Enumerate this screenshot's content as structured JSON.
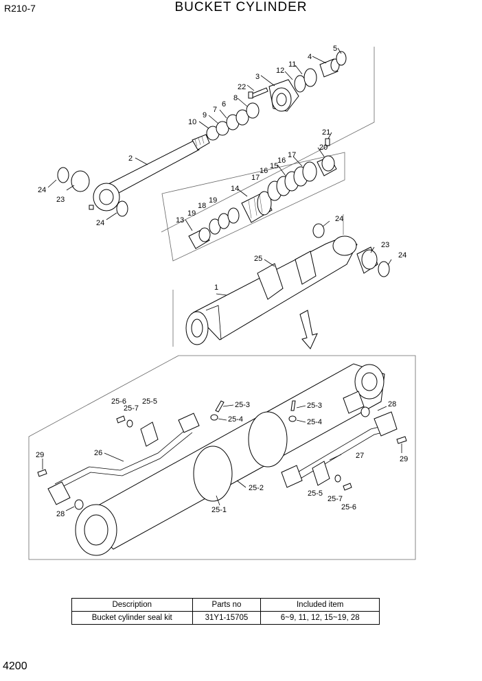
{
  "header": {
    "model": "R210-7",
    "title": "BUCKET CYLINDER"
  },
  "footer": {
    "page_number": "4200"
  },
  "callouts": {
    "c1": "1",
    "c2": "2",
    "c3": "3",
    "c4": "4",
    "c5": "5",
    "c6": "6",
    "c7": "7",
    "c8": "8",
    "c9": "9",
    "c10": "10",
    "c11": "11",
    "c12": "12",
    "c13": "13",
    "c14": "14",
    "c15": "15",
    "c16": "16",
    "c17": "17",
    "c18": "18",
    "c19": "19",
    "c20": "20",
    "c21": "21",
    "c22": "22",
    "c23": "23",
    "c24": "24",
    "c25": "25",
    "c26": "26",
    "c27": "27",
    "c28": "28",
    "c29": "29",
    "c25_1": "25-1",
    "c25_2": "25-2",
    "c25_3": "25-3",
    "c25_4": "25-4",
    "c25_5": "25-5",
    "c25_6": "25-6",
    "c25_7": "25-7"
  },
  "kit_table": {
    "headers": [
      "Description",
      "Parts no",
      "Included item"
    ],
    "rows": [
      [
        "Bucket  cylinder seal kit",
        "31Y1-15705",
        "6~9, 11, 12, 15~19, 28"
      ]
    ]
  }
}
